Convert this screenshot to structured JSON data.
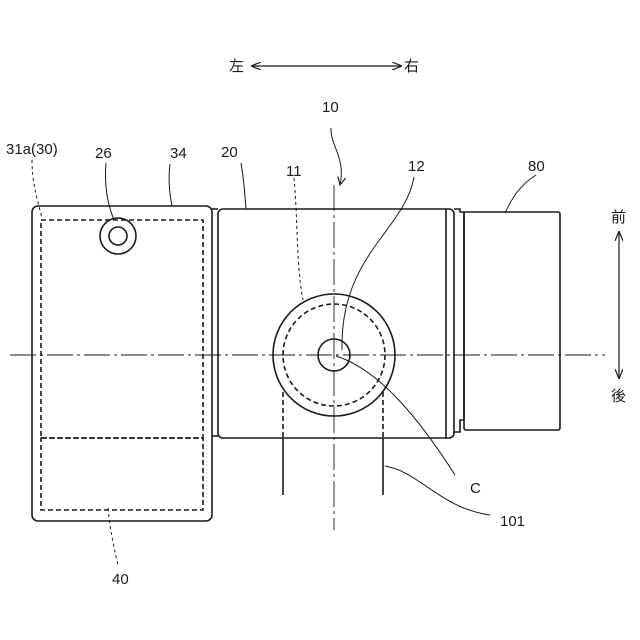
{
  "directions": {
    "left": "左",
    "right": "右",
    "front": "前",
    "rear": "後"
  },
  "labels": {
    "ref_10": "10",
    "ref_11": "11",
    "ref_12": "12",
    "ref_20": "20",
    "ref_26": "26",
    "ref_31a_30": "31a(30)",
    "ref_34": "34",
    "ref_40": "40",
    "ref_80": "80",
    "ref_101": "101",
    "ref_c": "C"
  }
}
